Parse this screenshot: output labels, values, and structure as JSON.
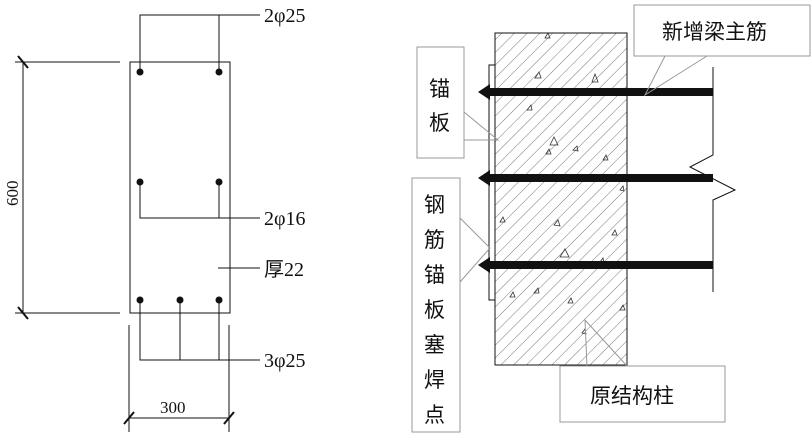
{
  "section": {
    "top_bars": "2φ25",
    "middle_bars": "2φ16",
    "plate_thickness": "厚22",
    "bottom_bars": "3φ25",
    "height_dim": "600",
    "width_dim": "300"
  },
  "elevation": {
    "new_beam_rebar": "新增梁主筋",
    "anchor_plate": [
      "锚",
      "板"
    ],
    "plug_weld": [
      "钢",
      "筋",
      "锚",
      "板",
      "塞",
      "焊",
      "点"
    ],
    "original_column": "原结构柱"
  },
  "colors": {
    "line": "#111111",
    "leader": "#999999",
    "hatch": "#555555"
  }
}
